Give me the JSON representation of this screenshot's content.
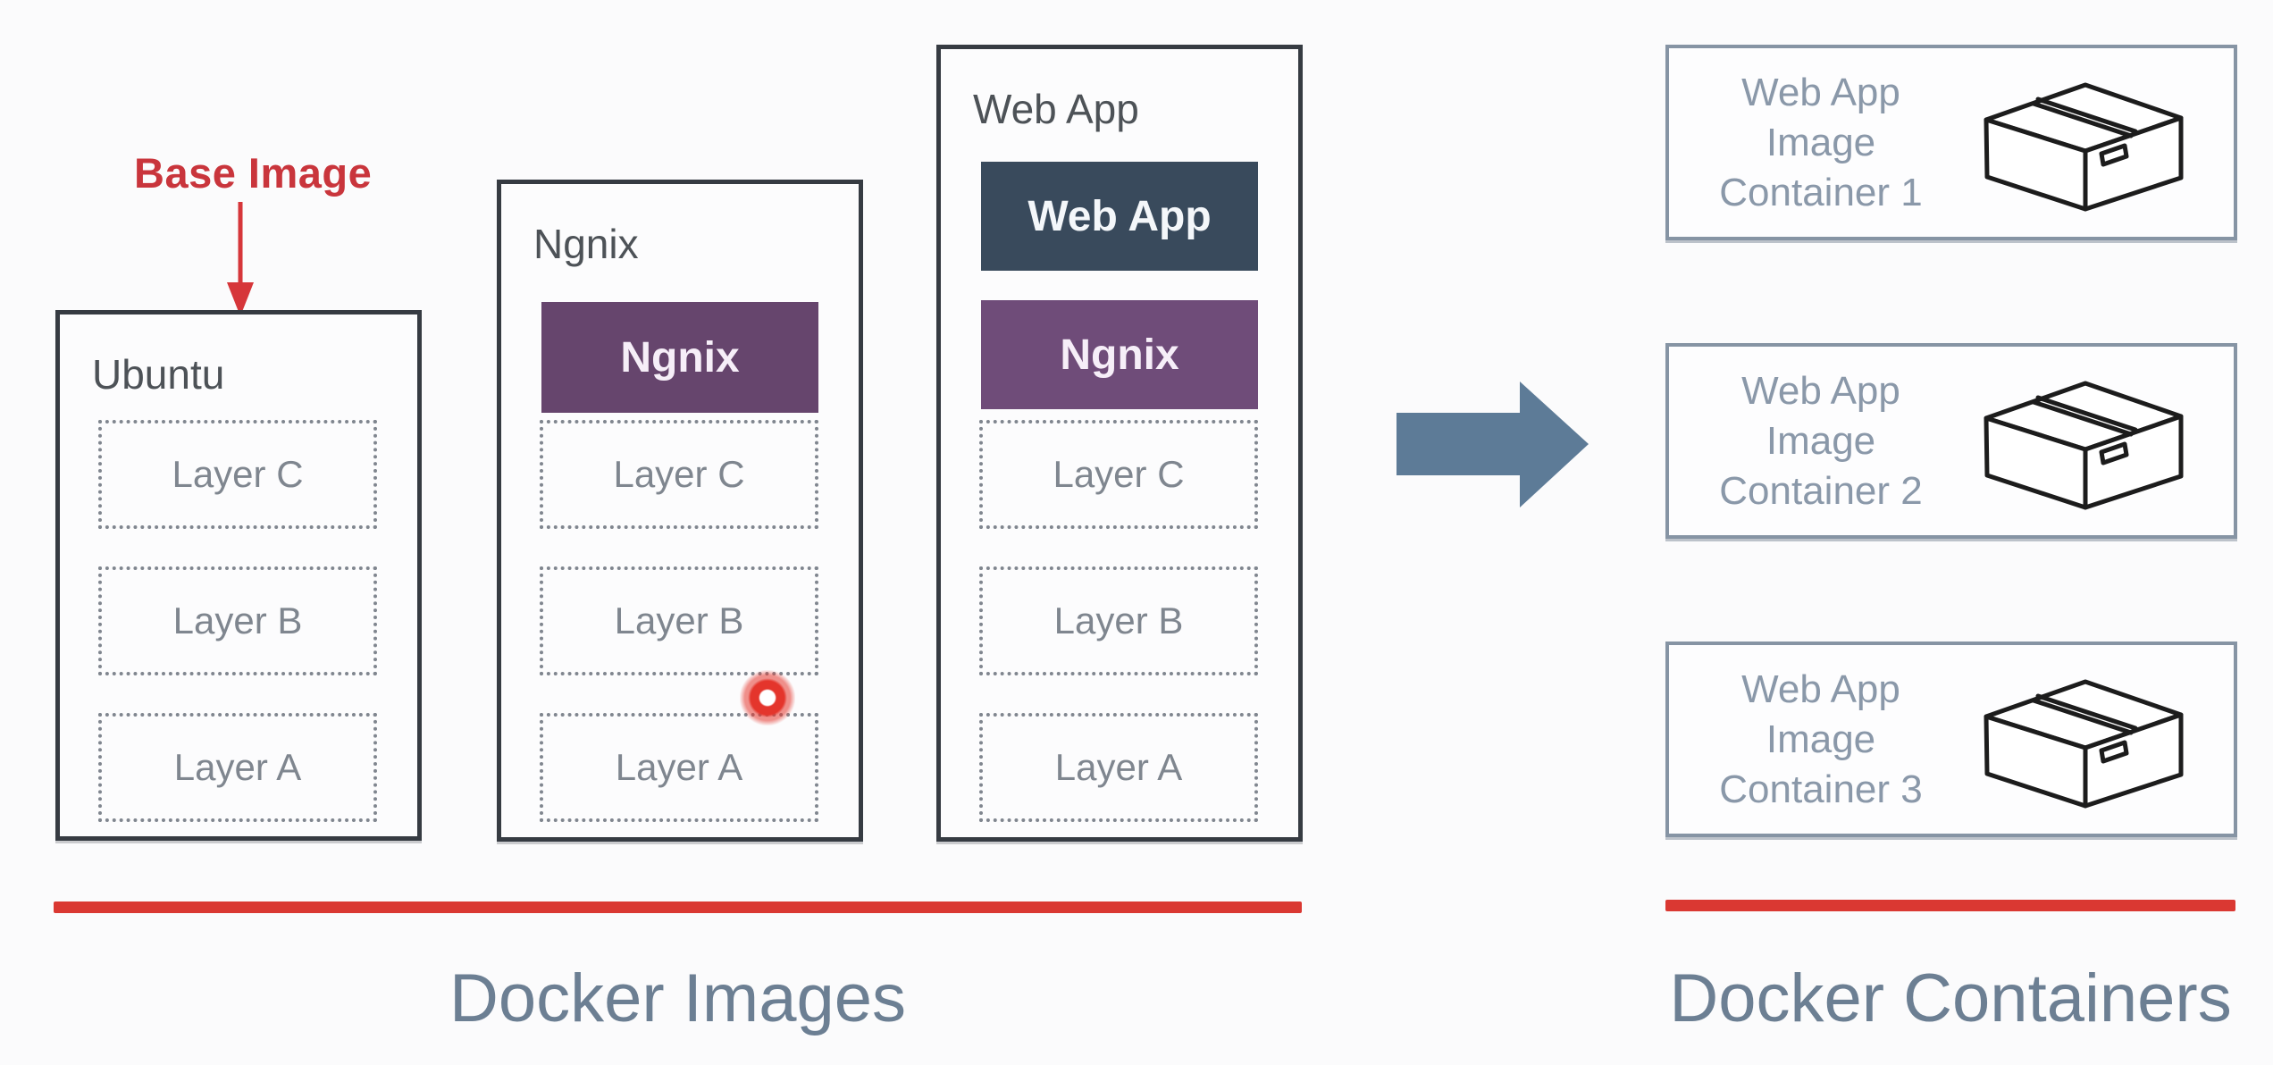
{
  "colors": {
    "accent_red": "#da3832",
    "annotation_red": "#c9353c",
    "image_box_border": "#363b42",
    "dotted_layer_border": "#80868f",
    "layer_text": "#7f868f",
    "image_title_text": "#4d5257",
    "navy_block": "#394a5c",
    "purple_block_middle": "#66456d",
    "purple_block_webapp": "#6f4c79",
    "block_text": "#f6eef8",
    "container_border": "#8694a4",
    "container_text": "#8a98a9",
    "caption_text": "#6c7f93",
    "flow_arrow": "#5d7b97",
    "background": "#fbfbfc"
  },
  "icons": {
    "annotation_arrow": "down-arrow",
    "flow_arrow": "right-arrow",
    "container_icon": "package-box",
    "click_indicator": "red-click-dot"
  },
  "base_image_annotation": {
    "label": "Base Image"
  },
  "docker_images": {
    "caption": "Docker Images",
    "boxes": [
      {
        "title": "Ubuntu",
        "stack_blocks": [],
        "layers": [
          "Layer C",
          "Layer B",
          "Layer A"
        ]
      },
      {
        "title": "Ngnix",
        "stack_blocks": [
          {
            "label": "Ngnix",
            "color": "purple"
          }
        ],
        "layers": [
          "Layer C",
          "Layer B",
          "Layer A"
        ]
      },
      {
        "title": "Web App",
        "stack_blocks": [
          {
            "label": "Web App",
            "color": "navy"
          },
          {
            "label": "Ngnix",
            "color": "purple"
          }
        ],
        "layers": [
          "Layer C",
          "Layer B",
          "Layer A"
        ]
      }
    ]
  },
  "docker_containers": {
    "caption": "Docker Containers",
    "items": [
      {
        "lines": [
          "Web App",
          "Image",
          "Container 1"
        ]
      },
      {
        "lines": [
          "Web App",
          "Image",
          "Container 2"
        ]
      },
      {
        "lines": [
          "Web App",
          "Image",
          "Container 3"
        ]
      }
    ]
  }
}
